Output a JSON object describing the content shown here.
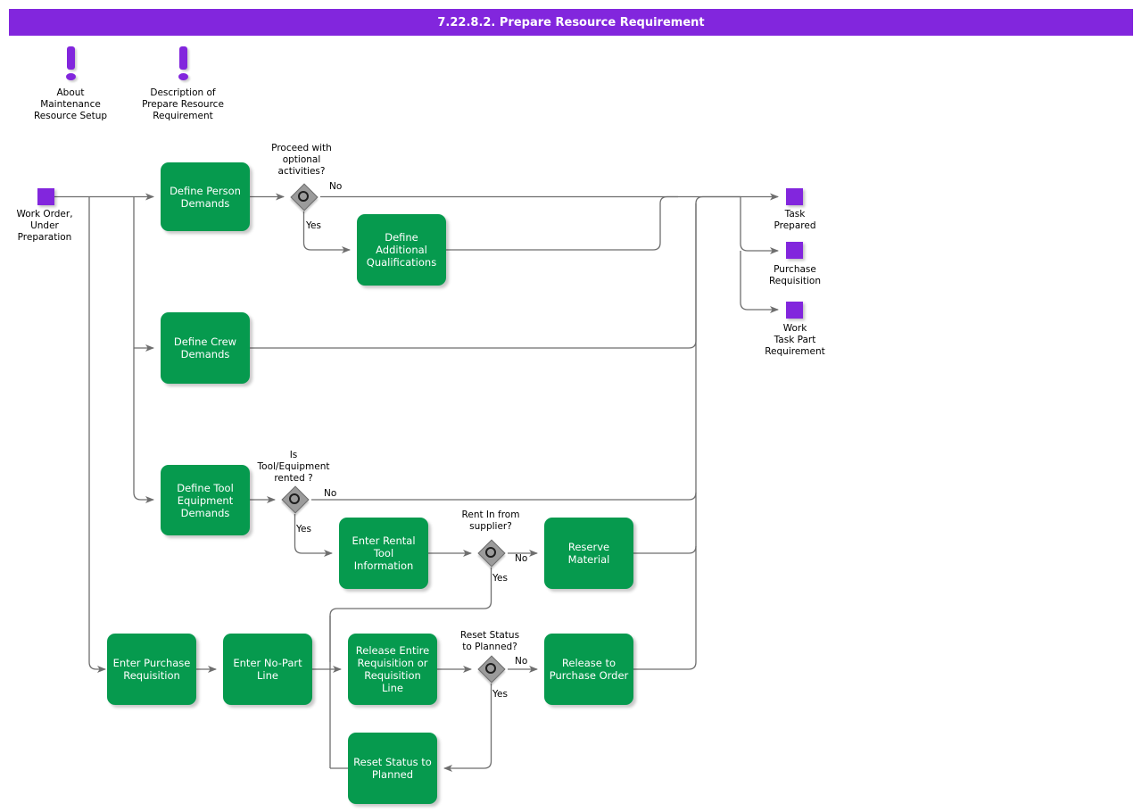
{
  "page": {
    "title": "7.22.8.2. Prepare Resource Requirement",
    "background_color": "#ffffff"
  },
  "theme": {
    "title_bar_color": "#8226dd",
    "task_color": "#069a4e",
    "event_color": "#8226dd",
    "gateway_color": "#9b9b9b",
    "edge_color": "#6e6e6e",
    "text_on_task": "#ffffff",
    "text_color": "#000000"
  },
  "annotations": [
    {
      "icon": "exclamation-icon",
      "text": "About\nMaintenance\nResource Setup"
    },
    {
      "icon": "exclamation-icon",
      "text": "Description of\nPrepare Resource\nRequirement"
    }
  ],
  "events": [
    {
      "id": "start",
      "type": "start-event",
      "label": "Work Order,\nUnder\nPreparation"
    },
    {
      "id": "end_task_prepared",
      "type": "end-event",
      "label": "Task\nPrepared"
    },
    {
      "id": "end_purchase_req",
      "type": "end-event",
      "label": "Purchase\nRequisition"
    },
    {
      "id": "end_work_task_part",
      "type": "end-event",
      "label": "Work\nTask Part\nRequirement"
    }
  ],
  "tasks": [
    {
      "id": "define_person_demands",
      "label": "Define Person\nDemands"
    },
    {
      "id": "define_additional_qualifications",
      "label": "Define\nAdditional\nQualifications"
    },
    {
      "id": "define_crew_demands",
      "label": "Define Crew\nDemands"
    },
    {
      "id": "define_tool_equipment_demands",
      "label": "Define Tool\nEquipment\nDemands"
    },
    {
      "id": "enter_rental_tool_information",
      "label": "Enter Rental\nTool Information"
    },
    {
      "id": "reserve_material",
      "label": "Reserve Material"
    },
    {
      "id": "enter_purchase_requisition",
      "label": "Enter Purchase\nRequisition"
    },
    {
      "id": "enter_no_part_line",
      "label": "Enter No-Part\nLine"
    },
    {
      "id": "release_entire_requisition",
      "label": "Release Entire\nRequisition or\nRequisition Line"
    },
    {
      "id": "release_to_purchase_order",
      "label": "Release to\nPurchase Order"
    },
    {
      "id": "reset_status_to_planned",
      "label": "Reset Status to\nPlanned"
    }
  ],
  "gateways": [
    {
      "id": "gw_optional",
      "caption": "Proceed with\noptional\nactivities?",
      "branches": [
        "No",
        "Yes"
      ]
    },
    {
      "id": "gw_rented",
      "caption": "Is\nTool/Equipment\nrented ?",
      "branches": [
        "No",
        "Yes"
      ]
    },
    {
      "id": "gw_rent_in",
      "caption": "Rent In from\nsupplier?",
      "branches": [
        "No",
        "Yes"
      ]
    },
    {
      "id": "gw_reset_status",
      "caption": "Reset Status\nto Planned?",
      "branches": [
        "No",
        "Yes"
      ]
    }
  ],
  "flow_labels": {
    "gw_optional_no": "No",
    "gw_optional_yes": "Yes",
    "gw_rented_no": "No",
    "gw_rented_yes": "Yes",
    "gw_rent_in_no": "No",
    "gw_rent_in_yes": "Yes",
    "gw_reset_no": "No",
    "gw_reset_yes": "Yes"
  }
}
